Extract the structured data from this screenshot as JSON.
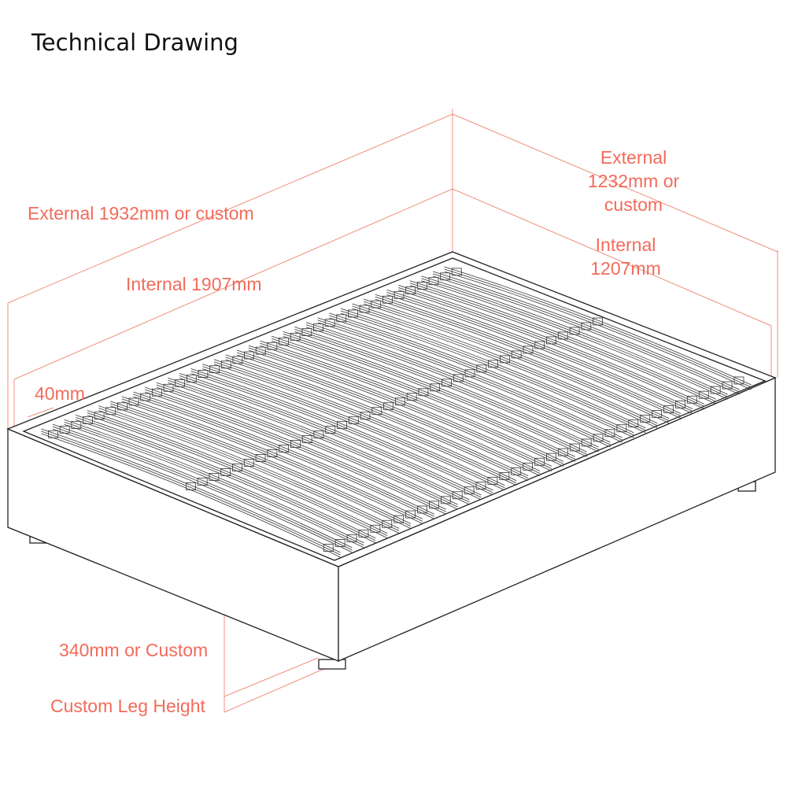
{
  "title": "Technical Drawing",
  "dimensions": {
    "external_length": "External 1932mm or custom",
    "internal_length": "Internal 1907mm",
    "external_width_line1": "External",
    "external_width_line2": "1232mm or",
    "external_width_line3": "custom",
    "internal_width_line1": "Internal",
    "internal_width_line2": "1207mm",
    "rail_height": "40mm",
    "bed_height": "340mm or Custom",
    "leg_height": "Custom Leg Height"
  },
  "drawing": {
    "slat_count": 36
  },
  "colors": {
    "dimension": "#f26b5b",
    "line": "#222222"
  }
}
